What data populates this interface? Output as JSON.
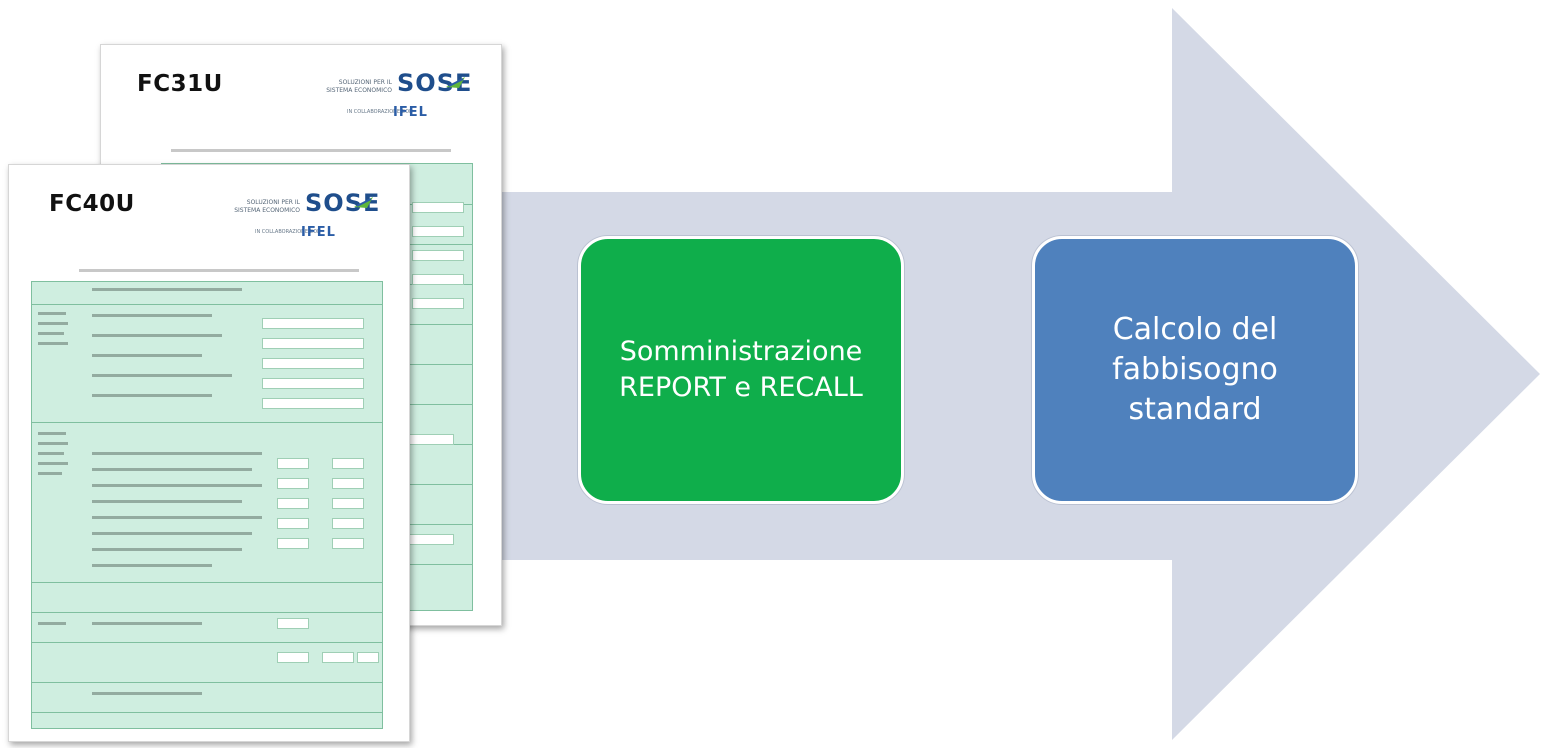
{
  "documents": [
    {
      "id": "back",
      "code": "FC31U"
    },
    {
      "id": "front",
      "code": "FC40U"
    }
  ],
  "logo": {
    "word": "SOSE",
    "small_text": "SOLUZIONI PER IL SISTEMA ECONOMICO",
    "sub_text": "IN COLLABORAZIONE CON",
    "partner": "IFEL"
  },
  "steps": [
    {
      "lines": [
        "Somministrazione",
        "REPORT e RECALL"
      ]
    },
    {
      "lines": [
        "Calcolo del",
        "fabbisogno",
        "standard"
      ]
    }
  ],
  "colors": {
    "arrow": "#d4d9e6",
    "step1": "#0fae4b",
    "step2": "#4f81bd",
    "form_fill": "#cfeee0"
  }
}
